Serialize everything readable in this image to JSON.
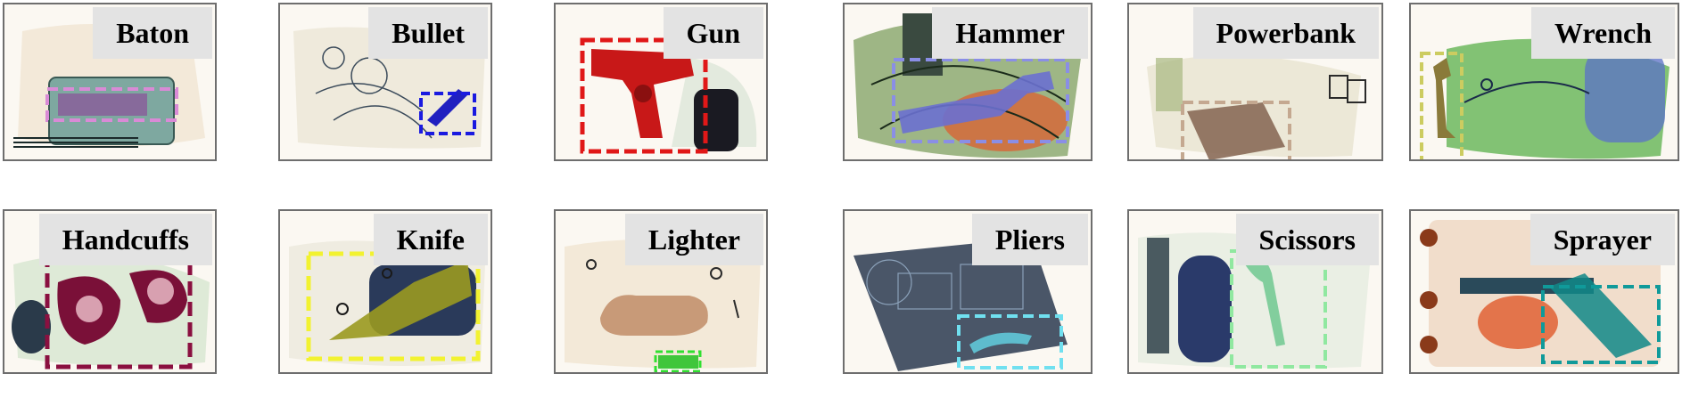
{
  "tiles": [
    {
      "label": "Baton",
      "box_color": "#d98ad6",
      "fill_color": "#8a5a9a"
    },
    {
      "label": "Bullet",
      "box_color": "#1a1ae0",
      "fill_color": "#2020c0"
    },
    {
      "label": "Gun",
      "box_color": "#e01818",
      "fill_color": "#c81818"
    },
    {
      "label": "Hammer",
      "box_color": "#8a8ee6",
      "fill_color": "#6a70d0"
    },
    {
      "label": "Powerbank",
      "box_color": "#c4a890",
      "fill_color": "#8a6a58"
    },
    {
      "label": "Wrench",
      "box_color": "#cccc60",
      "fill_color": "#8a7a3a"
    },
    {
      "label": "Handcuffs",
      "box_color": "#8a1040",
      "fill_color": "#7a1038"
    },
    {
      "label": "Knife",
      "box_color": "#f2f230",
      "fill_color": "#9a9a20"
    },
    {
      "label": "Lighter",
      "box_color": "#30e030",
      "fill_color": "#20c020"
    },
    {
      "label": "Pliers",
      "box_color": "#70e0f0",
      "fill_color": "#60c8d8"
    },
    {
      "label": "Scissors",
      "box_color": "#90e8a0",
      "fill_color": "#70c890"
    },
    {
      "label": "Sprayer",
      "box_color": "#109a9a",
      "fill_color": "#108888"
    }
  ]
}
